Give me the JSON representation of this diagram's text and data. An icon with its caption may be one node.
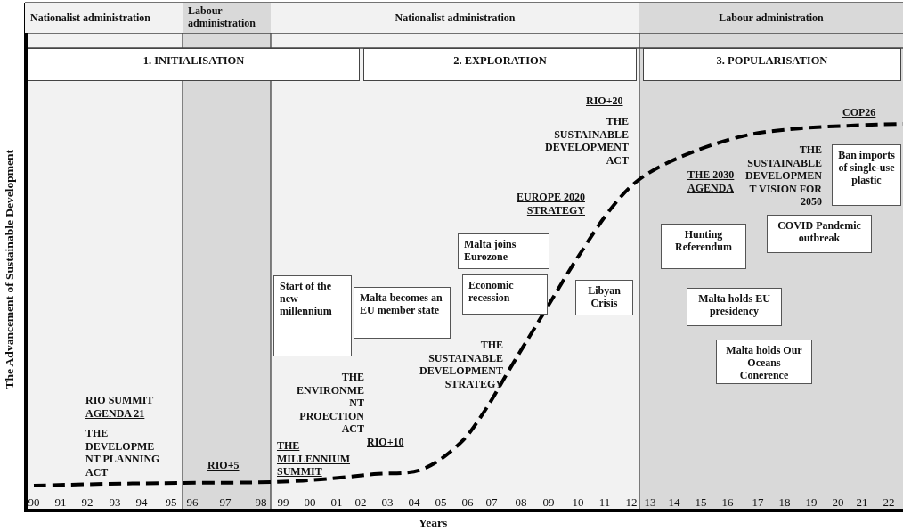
{
  "diagram": {
    "nodes": [
      {
        "text": [
          "Nationalist administration"
        ]
      },
      {
        "text": [
          "Labour administration"
        ]
      },
      {
        "text": [
          "Nationalist administration"
        ]
      },
      {
        "text": [
          "Labour administration"
        ]
      },
      {
        "text": [
          "1. INITIALISATION"
        ]
      },
      {
        "text": [
          "2. EXPLORATION"
        ]
      },
      {
        "text": [
          "3. POPULARISATION"
        ]
      },
      {
        "text": [
          "Ban imports of single-use plastic"
        ]
      },
      {
        "text": [
          "COVID Pandemic outbreak"
        ]
      },
      {
        "text": [
          "Hunting Referendum"
        ]
      },
      {
        "text": [
          "Malta joins Eurozone"
        ]
      },
      {
        "text": [
          "Start of the new millennium"
        ]
      },
      {
        "text": [
          "Economic recession"
        ]
      },
      {
        "text": [
          "Libyan Crisis"
        ]
      },
      {
        "text": [
          "Malta becomes an EU member state"
        ]
      },
      {
        "text": [
          "Malta holds EU presidency"
        ]
      },
      {
        "text": [
          "Malta holds Our Oceans Conerence"
        ]
      }
    ],
    "labels": [
      "RIO+20",
      "COP26",
      "THE SUSTAINABLE DEVELOPMENT ACT",
      "THE SUSTAINABLE DEVELOPMEN T VISION FOR 2050",
      "THE 2030 AGENDA",
      "EUROPE 2020 STRATEGY",
      "The Advancement of Sustainable Development",
      "THE SUSTAINABLE DEVELOPMENT STRATEGY",
      "THE ENVIRONME NT PROECTION ACT",
      "RIO SUMMIT AGENDA 21",
      "THE DEVELOPME NT PLANNING ACT",
      "RIO+10",
      "THE MILLENNIUM SUMMIT",
      "RIO+5",
      "90",
      "91",
      "92",
      "93",
      "94",
      "95",
      "96",
      "97",
      "98",
      "99",
      "00",
      "01",
      "02",
      "03",
      "04",
      "05",
      "06",
      "07",
      "08",
      "09",
      "10",
      "11",
      "12",
      "13",
      "14",
      "15",
      "16",
      "17",
      "18",
      "19",
      "20",
      "21",
      "22",
      "Years"
    ]
  }
}
